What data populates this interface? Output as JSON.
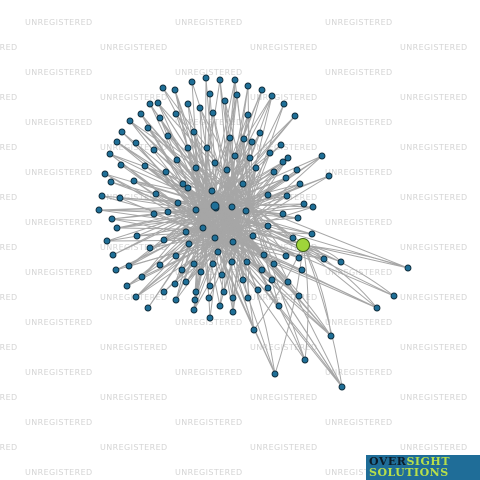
{
  "watermark": {
    "text": "UNREGISTERED"
  },
  "graph": {
    "node_fill": "#1f6f97",
    "node_stroke": "#0f2b3a",
    "highlight_fill": "#9fd43a",
    "edge_color": "#a6a6a6"
  },
  "logo": {
    "word1_dark": "OVER",
    "word1_light": "SIGHT",
    "word2": "SOLUTIONS",
    "background": "#1f6d98",
    "text_dark": "#0c1b27",
    "text_light": "#b8e04a"
  }
}
